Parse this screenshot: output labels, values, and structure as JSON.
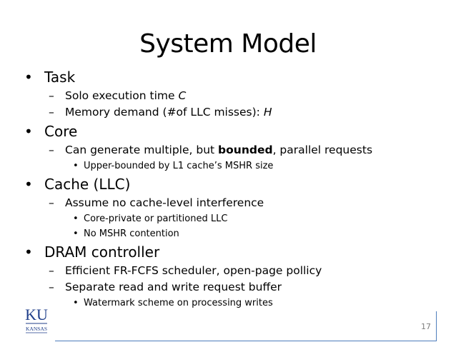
{
  "slide": {
    "title": "System Model",
    "bullets": [
      {
        "text": "Task",
        "children": [
          {
            "prefix": "Solo execution time ",
            "em": "C"
          },
          {
            "prefix": "Memory demand (#of LLC misses): ",
            "em": "H"
          }
        ]
      },
      {
        "text": "Core",
        "children": [
          {
            "before": "Can generate multiple, but ",
            "bold": "bounded",
            "after": ", parallel requests",
            "children": [
              "Upper-bounded by L1 cache’s MSHR size"
            ]
          }
        ]
      },
      {
        "text": "Cache (LLC)",
        "children": [
          {
            "text": "Assume no cache-level interference",
            "children": [
              "Core-private or partitioned LLC",
              "No MSHR contention"
            ]
          }
        ]
      },
      {
        "text": "DRAM controller",
        "children": [
          {
            "text": "Efficient FR-FCFS scheduler, open-page pollicy"
          },
          {
            "text": "Separate read and write request buffer",
            "children": [
              "Watermark scheme on processing writes"
            ]
          }
        ]
      }
    ],
    "page_number": "17",
    "logo": {
      "line1": "KU",
      "line2": "KANSAS"
    },
    "markers": {
      "l1": "•",
      "l2": "–",
      "l3": "•"
    },
    "colors": {
      "accent": "#4f7ebd",
      "logo_blue": "#1f3e8a",
      "page_number": "#7f7f7f"
    }
  }
}
